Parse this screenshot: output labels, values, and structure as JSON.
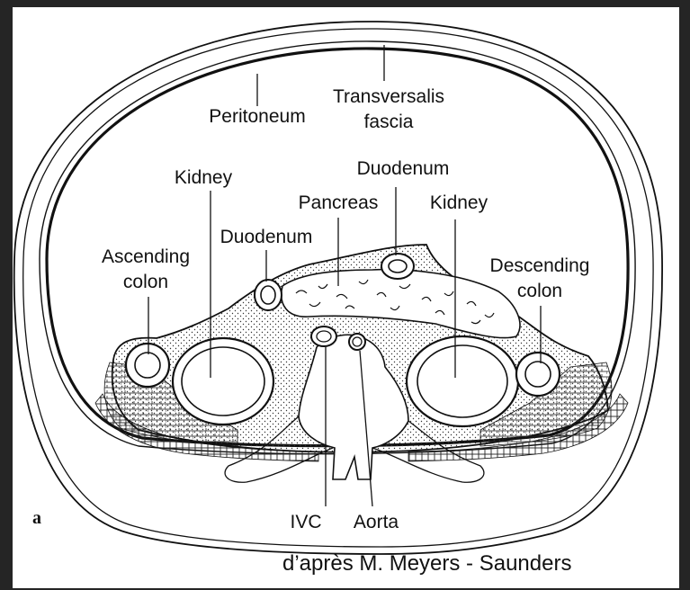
{
  "labels": {
    "peritoneum": "Peritoneum",
    "transversalis_1": "Transversalis",
    "transversalis_2": "fascia",
    "kidney_left": "Kidney",
    "duodenum_top": "Duodenum",
    "pancreas": "Pancreas",
    "kidney_right": "Kidney",
    "duodenum_left": "Duodenum",
    "ascending_1": "Ascending",
    "ascending_2": "colon",
    "descending_1": "Descending",
    "descending_2": "colon",
    "ivc": "IVC",
    "aorta": "Aorta"
  },
  "panel_letter": "a",
  "credit": "d’après M. Meyers - Saunders",
  "colors": {
    "frame": "#252525",
    "background": "#ffffff",
    "ink": "#111111"
  }
}
